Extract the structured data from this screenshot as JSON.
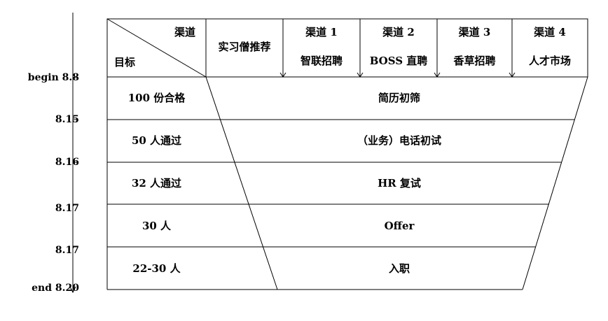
{
  "timeline": [
    {
      "date": "begin 8.8"
    },
    {
      "date": "8.15"
    },
    {
      "date": "8.16"
    },
    {
      "date": "8.17"
    },
    {
      "date": "8.17"
    },
    {
      "date": "end 8.20"
    }
  ],
  "header": {
    "corner_top": "渠道",
    "corner_bottom": "目标",
    "channels": [
      {
        "line1": "实习僧推荐",
        "line2": ""
      },
      {
        "line1": "渠道 1",
        "line2": "智联招聘"
      },
      {
        "line1": "渠道 2",
        "line2": "BOSS 直聘"
      },
      {
        "line1": "渠道 3",
        "line2": "香草招聘"
      },
      {
        "line1": "渠道 4",
        "line2": "人才市场"
      }
    ]
  },
  "stages": [
    {
      "target": "100 份合格",
      "name": "简历初筛"
    },
    {
      "target": "50 人通过",
      "name": "（业务）电话初试"
    },
    {
      "target": "32 人通过",
      "name": "HR 复试"
    },
    {
      "target": "30 人",
      "name": "Offer"
    },
    {
      "target": "22-30 人",
      "name": "入职"
    }
  ]
}
